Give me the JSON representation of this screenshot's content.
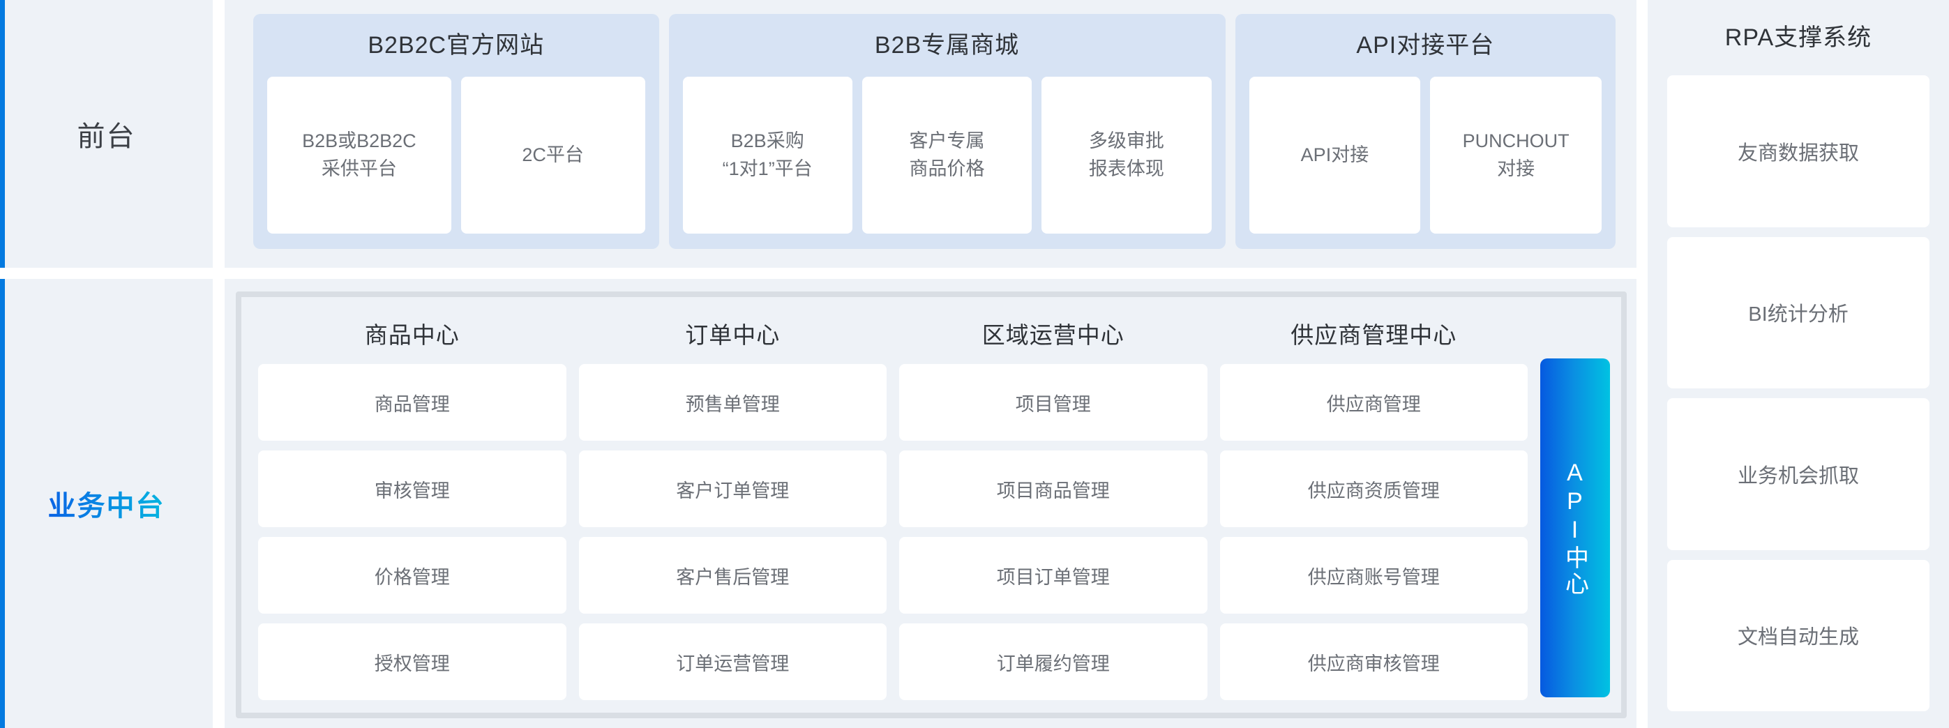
{
  "colors": {
    "accent_blue": "#047ae0",
    "gradient_start": "#0659e0",
    "gradient_end": "#00c2e2",
    "panel_bg": "#eef2f7",
    "group_bg": "#d7e3f4",
    "card_bg": "#ffffff",
    "frame_border": "#d9dee4",
    "title_text": "#2f3338",
    "card_text": "#6b6f76"
  },
  "rails": [
    {
      "label": "前台"
    },
    {
      "label": "业务中台"
    }
  ],
  "front": {
    "groups": [
      {
        "title": "B2B2C官方网站",
        "cards": [
          "B2B或B2B2C\n采供平台",
          "2C平台"
        ]
      },
      {
        "title": "B2B专属商城",
        "cards": [
          "B2B采购\n“1对1”平台",
          "客户专属\n商品价格",
          "多级审批\n报表体现"
        ]
      },
      {
        "title": "API对接平台",
        "cards": [
          "API对接",
          "PUNCHOUT\n对接"
        ]
      }
    ]
  },
  "middle": {
    "centers": [
      {
        "title": "商品中心",
        "items": [
          "商品管理",
          "审核管理",
          "价格管理",
          "授权管理"
        ]
      },
      {
        "title": "订单中心",
        "items": [
          "预售单管理",
          "客户订单管理",
          "客户售后管理",
          "订单运营管理"
        ]
      },
      {
        "title": "区域运营中心",
        "items": [
          "项目管理",
          "项目商品管理",
          "项目订单管理",
          "订单履约管理"
        ]
      },
      {
        "title": "供应商管理中心",
        "items": [
          "供应商管理",
          "供应商资质管理",
          "供应商账号管理",
          "供应商审核管理"
        ]
      }
    ],
    "api_center": {
      "label": "API中心"
    }
  },
  "rpa": {
    "title": "RPA支撑系统",
    "items": [
      "友商数据获取",
      "BI统计分析",
      "业务机会抓取",
      "文档自动生成"
    ]
  }
}
